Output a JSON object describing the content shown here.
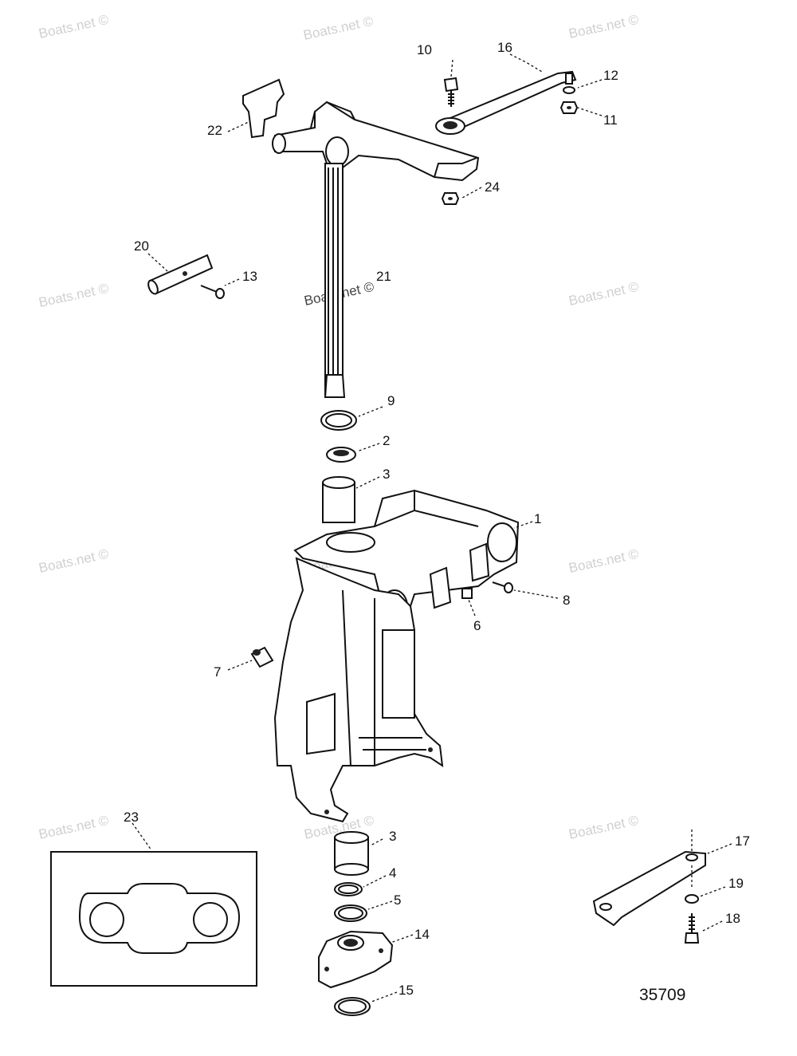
{
  "watermark": "Boats.net ©",
  "figure_number": "35709",
  "callouts": {
    "c1": "1",
    "c2": "2",
    "c3a": "3",
    "c3b": "3",
    "c4": "4",
    "c5": "5",
    "c6": "6",
    "c7": "7",
    "c8": "8",
    "c9": "9",
    "c10": "10",
    "c11": "11",
    "c12": "12",
    "c13": "13",
    "c14": "14",
    "c15": "15",
    "c16": "16",
    "c17": "17",
    "c18": "18",
    "c19": "19",
    "c20": "20",
    "c21": "21",
    "c22": "22",
    "c23": "23",
    "c24": "24"
  }
}
